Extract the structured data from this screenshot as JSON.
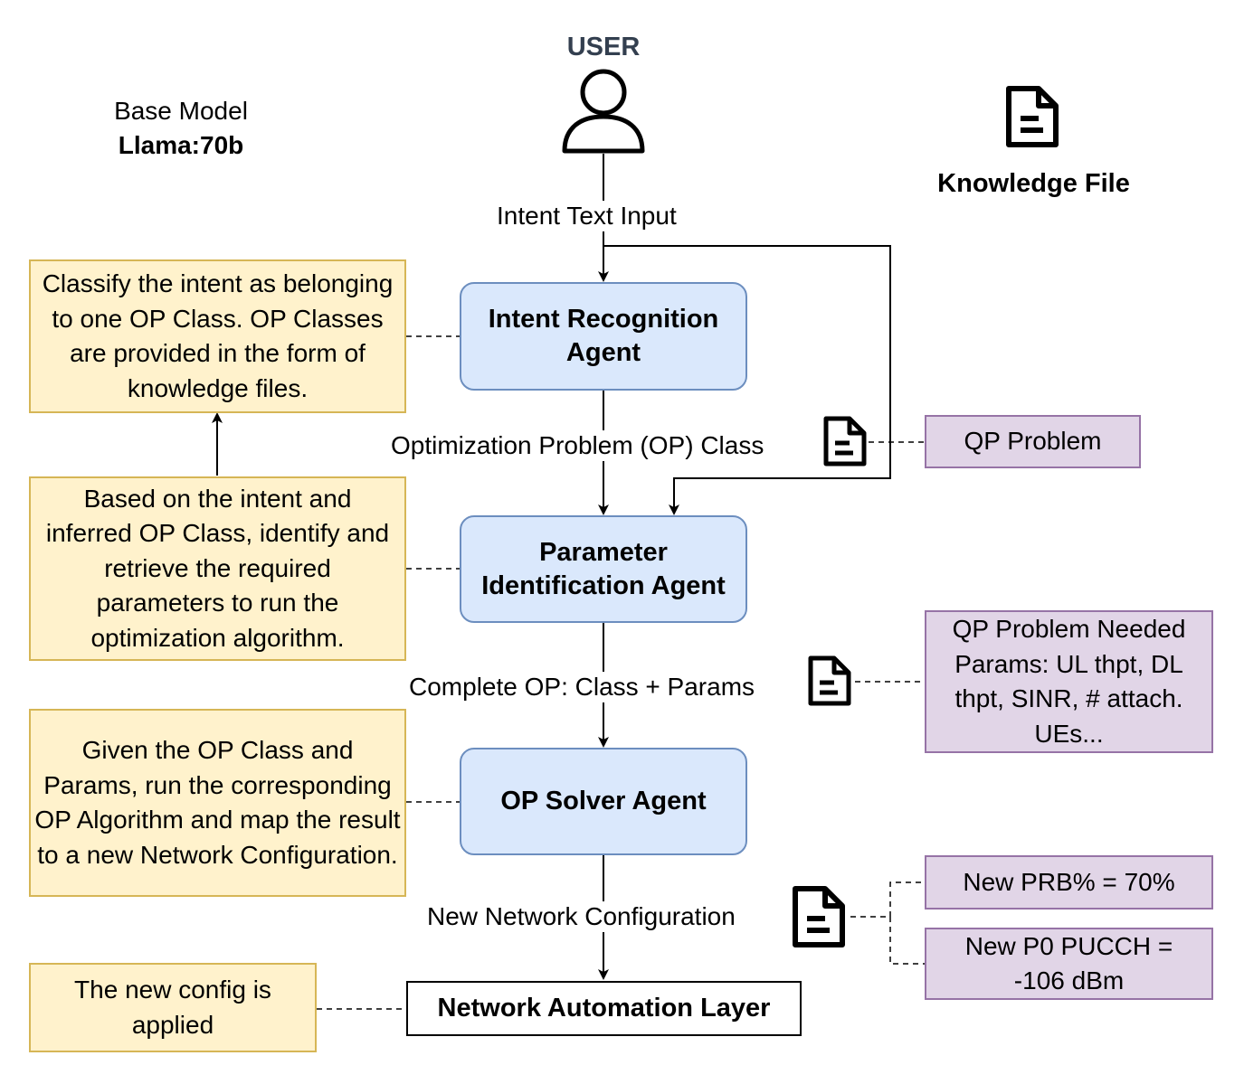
{
  "user": {
    "label": "USER"
  },
  "base_model": {
    "label": "Base Model",
    "value": "Llama:70b"
  },
  "knowledge_file": {
    "label": "Knowledge File"
  },
  "agents": {
    "intent": "Intent Recognition Agent",
    "param": "Parameter Identification Agent",
    "solver": "OP Solver Agent",
    "nal": "Network Automation Layer"
  },
  "edges": {
    "intent_input": "Intent Text Input",
    "op_class": "Optimization Problem (OP) Class",
    "complete_op": "Complete OP: Class + Params",
    "new_config": "New Network Configuration"
  },
  "notes": {
    "classify": "Classify the intent as belonging to one OP Class. OP Classes are provided in the form of knowledge files.",
    "identify": "Based on the intent and inferred OP Class, identify and retrieve the required parameters to run the optimization algorithm.",
    "solve": "Given the OP Class and Params, run the corresponding OP Algorithm and map the result to a new Network Configuration.",
    "apply": "The new config is applied"
  },
  "params": {
    "qp_problem": "QP Problem",
    "needed_params": "QP Problem Needed Params: UL thpt, DL thpt, SINR, # attach. UEs...",
    "prb": "New PRB% = 70%",
    "p0": "New P0 PUCCH = -106 dBm"
  },
  "colors": {
    "agent_fill": "#dae8fc",
    "agent_border": "#6c8ebf",
    "note_fill": "#fff2cc",
    "note_border": "#d6b656",
    "param_fill": "#e1d5e7",
    "param_border": "#9673a6",
    "user_text": "#333f4f"
  }
}
